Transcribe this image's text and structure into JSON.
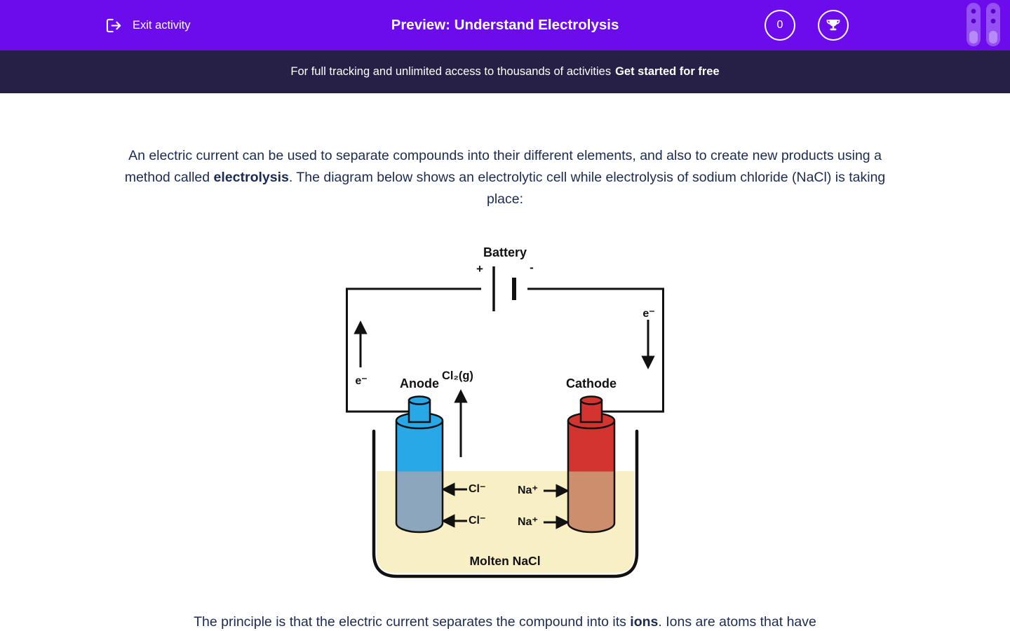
{
  "header": {
    "exit_label": "Exit activity",
    "title": "Preview: Understand Electrolysis",
    "score": "0"
  },
  "banner": {
    "text": "For full tracking and unlimited access to thousands of activities",
    "cta": "Get started for free"
  },
  "intro": {
    "part1": "An electric current can be used to separate compounds into their different elements, and also to create new products using a method called ",
    "bold": "electrolysis",
    "part2": ". The diagram below shows an electrolytic cell while electrolysis of sodium chloride (NaCl) is taking place:"
  },
  "diagram": {
    "battery_label": "Battery",
    "plus": "+",
    "minus": "-",
    "electron_left": "e⁻",
    "electron_right": "e⁻",
    "anode_label": "Anode",
    "chlorine_gas_label": "Cl₂(g)",
    "cathode_label": "Cathode",
    "ions": {
      "cl1": "Cl⁻",
      "cl2": "Cl⁻",
      "na1": "Na⁺",
      "na2": "Na⁺"
    },
    "molten_label": "Molten NaCl",
    "colors": {
      "anode_top": "#29a8e8",
      "anode_submerged": "#8ba6bd",
      "cathode_top": "#d43430",
      "cathode_submerged": "#cd8e6e",
      "liquid": "#f9efc5"
    }
  },
  "outro": {
    "part1": "The principle is that the electric current separates the compound into its ",
    "bold": "ions",
    "part2": ". Ions are atoms that have"
  }
}
